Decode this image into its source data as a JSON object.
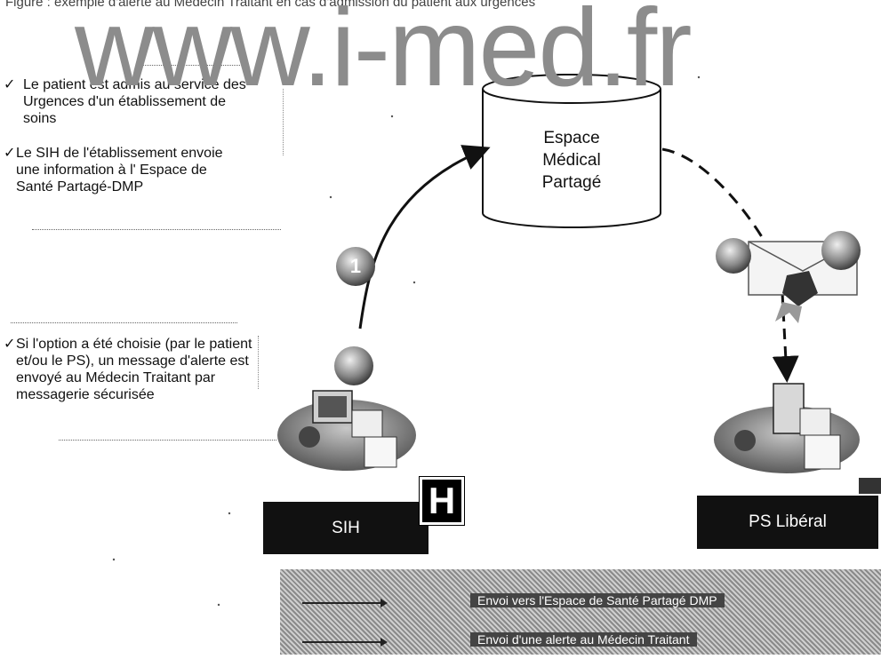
{
  "caption": "Figure : exemple d'alerte au Médecin Traitant en cas d'admission du patient aux urgences",
  "watermark": "www.i-med.fr",
  "steps": [
    {
      "check": "✓",
      "text": "Le patient est admis au service des Urgences d'un établissement de soins"
    },
    {
      "check": "✓",
      "text": "Le SIH de l'établissement envoie une information à l' Espace de Santé Partagé-DMP"
    },
    {
      "check": "✓",
      "text": "Si l'option a été choisie (par le patient et/ou le PS), un message d'alerte est envoyé au Médecin Traitant par messagerie sécurisée"
    }
  ],
  "diagram": {
    "database_label_line1": "Espace",
    "database_label_line2": "Médical",
    "database_label_line3": "Partagé",
    "step_marker": "1",
    "sih_label": "SIH",
    "hospital_badge": "H",
    "ps_label": "PS Libéral"
  },
  "legend": {
    "item1": "Envoi vers l'Espace de Santé Partagé DMP",
    "item2": "Envoi d'une alerte au Médecin Traitant"
  },
  "colors": {
    "label_bg": "#111111",
    "watermark": "#8c8c8c",
    "legend_bg": "#aaaaaa"
  }
}
